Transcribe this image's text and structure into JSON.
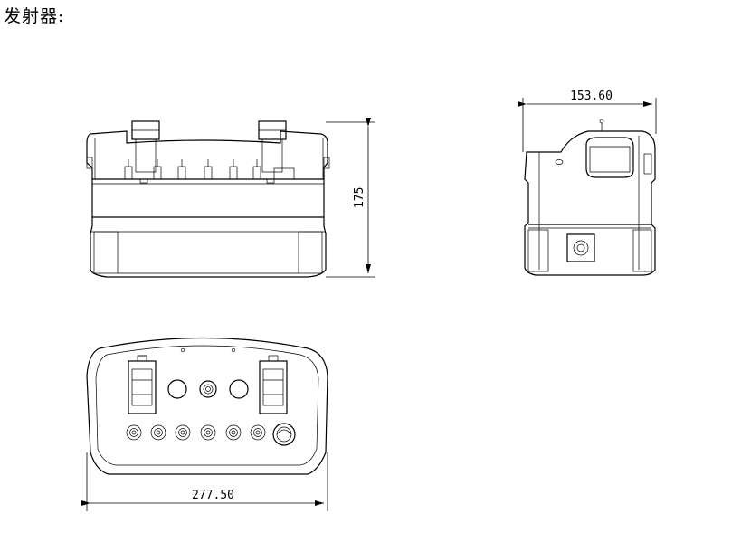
{
  "title": "发射器:",
  "dimensions": {
    "height": "175",
    "depth": "153.60",
    "width": "277.50"
  },
  "views": [
    "front-view",
    "side-view",
    "top-view"
  ]
}
